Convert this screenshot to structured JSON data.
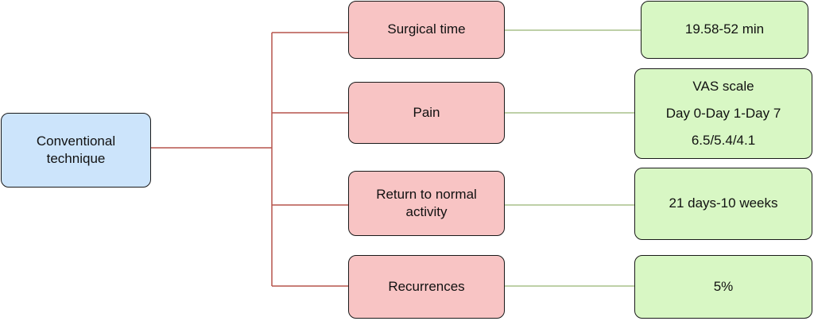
{
  "root": {
    "label_line1": "Conventional",
    "label_line2": "technique"
  },
  "categories": [
    {
      "label": "Surgical time",
      "result": [
        "19.58-52 min"
      ]
    },
    {
      "label": "Pain",
      "result": [
        "VAS scale",
        "Day 0-Day 1-Day 7",
        "6.5/5.4/4.1"
      ]
    },
    {
      "label_line1": "Return to normal",
      "label_line2": "activity",
      "result": [
        "21 days-10 weeks"
      ]
    },
    {
      "label": "Recurrences",
      "result": [
        "5%"
      ]
    }
  ],
  "colors": {
    "root_fill": "#cce4fb",
    "category_fill": "#f8c4c4",
    "result_fill": "#d8f7c4",
    "left_connector": "#b5544c",
    "right_connector": "#a9c08a"
  }
}
